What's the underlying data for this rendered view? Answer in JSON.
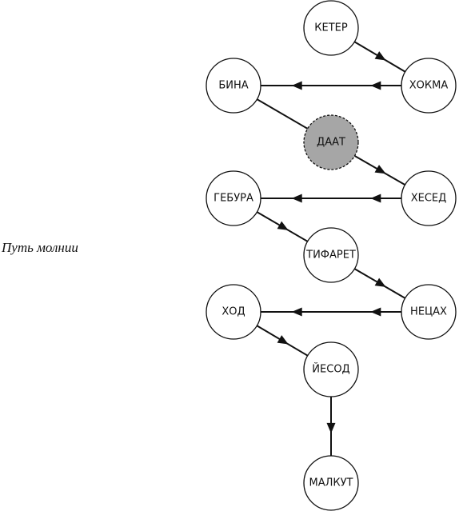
{
  "caption": "Путь молнии",
  "colors": {
    "node_fill": "#ffffff",
    "hidden_node_fill": "#a6a6a6",
    "line": "#111111"
  },
  "nodes": [
    {
      "id": "keter",
      "label": "КЕТЕР",
      "hidden": false
    },
    {
      "id": "hokhma",
      "label": "ХОКМА",
      "hidden": false
    },
    {
      "id": "bina",
      "label": "БИНА",
      "hidden": false
    },
    {
      "id": "daat",
      "label": "ДААТ",
      "hidden": true
    },
    {
      "id": "hesed",
      "label": "ХЕСЕД",
      "hidden": false
    },
    {
      "id": "gebura",
      "label": "ГЕБУРА",
      "hidden": false
    },
    {
      "id": "tiferet",
      "label": "ТИФАРЕТ",
      "hidden": false
    },
    {
      "id": "netsah",
      "label": "НЕЦАХ",
      "hidden": false
    },
    {
      "id": "hod",
      "label": "ХОД",
      "hidden": false
    },
    {
      "id": "yesod",
      "label": "ЙЕСОД",
      "hidden": false
    },
    {
      "id": "malkut",
      "label": "МАЛКУТ",
      "hidden": false
    }
  ],
  "edges": [
    {
      "from": "keter",
      "to": "hokhma",
      "arrows": 1
    },
    {
      "from": "hokhma",
      "to": "bina",
      "arrows": 2
    },
    {
      "from": "bina",
      "to": "daat",
      "arrows": 0
    },
    {
      "from": "daat",
      "to": "hesed",
      "arrows": 1
    },
    {
      "from": "hesed",
      "to": "gebura",
      "arrows": 2
    },
    {
      "from": "gebura",
      "to": "tiferet",
      "arrows": 1
    },
    {
      "from": "tiferet",
      "to": "netsah",
      "arrows": 1
    },
    {
      "from": "netsah",
      "to": "hod",
      "arrows": 2
    },
    {
      "from": "hod",
      "to": "yesod",
      "arrows": 1
    },
    {
      "from": "yesod",
      "to": "malkut",
      "arrows": 1
    }
  ]
}
